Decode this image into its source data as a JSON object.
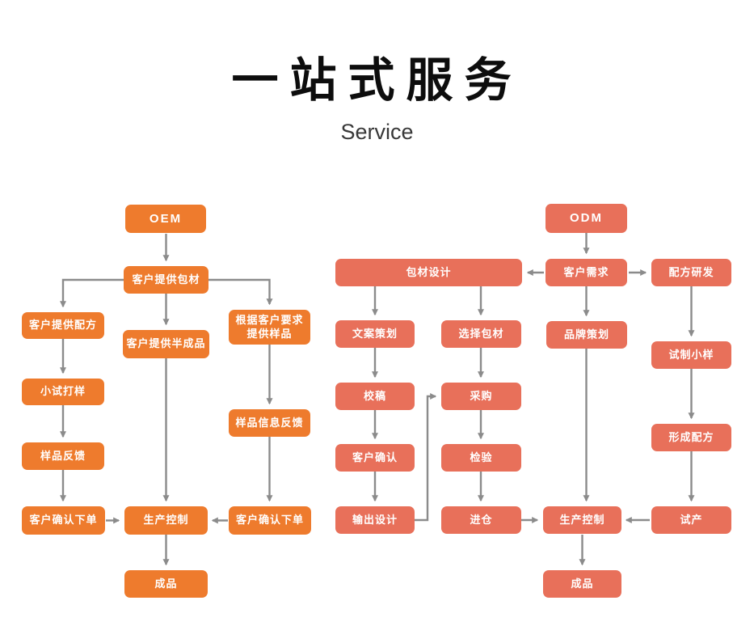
{
  "header": {
    "title": "一站式服务",
    "subtitle": "Service"
  },
  "colors": {
    "oem_box": "#EE7B2D",
    "odm_box": "#E8705A",
    "arrow": "#8B8B8B",
    "box_text": "#FFFFFF",
    "title_text": "#0D0D0D",
    "background": "#FFFFFF"
  },
  "flowchart_oem": {
    "name": "OEM",
    "nodes": [
      {
        "id": "oem",
        "label": "OEM"
      },
      {
        "id": "package",
        "label": "客户提供包材"
      },
      {
        "id": "formula",
        "label": "客户提供配方"
      },
      {
        "id": "semi",
        "label": "客户提供半成品"
      },
      {
        "id": "sample_req",
        "label": "根据客户要求提供样品"
      },
      {
        "id": "trial",
        "label": "小试打样"
      },
      {
        "id": "sample_info_feedback",
        "label": "样品信息反馈"
      },
      {
        "id": "sample_feedback",
        "label": "样品反馈"
      },
      {
        "id": "confirm_left",
        "label": "客户确认下单"
      },
      {
        "id": "production",
        "label": "生产控制"
      },
      {
        "id": "confirm_right",
        "label": "客户确认下单"
      },
      {
        "id": "finished",
        "label": "成品"
      }
    ],
    "edges": [
      [
        "oem",
        "package"
      ],
      [
        "package",
        "formula"
      ],
      [
        "package",
        "semi"
      ],
      [
        "package",
        "sample_req"
      ],
      [
        "formula",
        "trial"
      ],
      [
        "trial",
        "sample_feedback"
      ],
      [
        "sample_feedback",
        "confirm_left"
      ],
      [
        "confirm_left",
        "production"
      ],
      [
        "semi",
        "production"
      ],
      [
        "sample_req",
        "sample_info_feedback"
      ],
      [
        "sample_info_feedback",
        "confirm_right"
      ],
      [
        "confirm_right",
        "production"
      ],
      [
        "production",
        "finished"
      ]
    ]
  },
  "flowchart_odm": {
    "name": "ODM",
    "nodes": [
      {
        "id": "odm",
        "label": "ODM"
      },
      {
        "id": "need",
        "label": "客户需求"
      },
      {
        "id": "pkg_design",
        "label": "包材设计"
      },
      {
        "id": "formula_rd",
        "label": "配方研发"
      },
      {
        "id": "copywriting",
        "label": "文案策划"
      },
      {
        "id": "choose_pkg",
        "label": "选择包材"
      },
      {
        "id": "brand",
        "label": "品牌策划"
      },
      {
        "id": "trial_sample",
        "label": "试制小样"
      },
      {
        "id": "proof",
        "label": "校稿"
      },
      {
        "id": "purchase",
        "label": "采购"
      },
      {
        "id": "form_formula",
        "label": "形成配方"
      },
      {
        "id": "confirm",
        "label": "客户确认"
      },
      {
        "id": "inspect",
        "label": "检验"
      },
      {
        "id": "output_design",
        "label": "输出设计"
      },
      {
        "id": "warehouse",
        "label": "进仓"
      },
      {
        "id": "production",
        "label": "生产控制"
      },
      {
        "id": "trial_production",
        "label": "试产"
      },
      {
        "id": "finished",
        "label": "成品"
      }
    ],
    "edges": [
      [
        "odm",
        "need"
      ],
      [
        "need",
        "pkg_design"
      ],
      [
        "need",
        "formula_rd"
      ],
      [
        "need",
        "brand"
      ],
      [
        "pkg_design",
        "copywriting"
      ],
      [
        "pkg_design",
        "choose_pkg"
      ],
      [
        "copywriting",
        "proof"
      ],
      [
        "proof",
        "confirm"
      ],
      [
        "confirm",
        "output_design"
      ],
      [
        "output_design",
        "purchase"
      ],
      [
        "choose_pkg",
        "purchase"
      ],
      [
        "purchase",
        "inspect"
      ],
      [
        "inspect",
        "warehouse"
      ],
      [
        "warehouse",
        "production"
      ],
      [
        "brand",
        "production"
      ],
      [
        "formula_rd",
        "trial_sample"
      ],
      [
        "trial_sample",
        "form_formula"
      ],
      [
        "form_formula",
        "trial_production"
      ],
      [
        "trial_production",
        "production"
      ],
      [
        "production",
        "finished"
      ]
    ]
  }
}
